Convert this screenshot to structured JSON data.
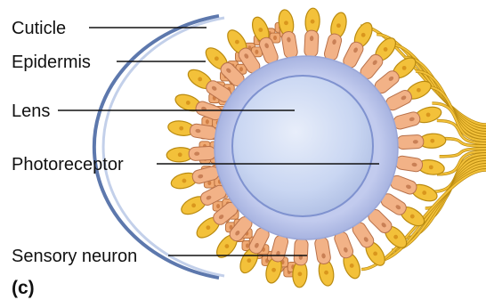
{
  "labels": {
    "cuticle": "Cuticle",
    "epidermis": "Epidermis",
    "lens": "Lens",
    "photoreceptor": "Photoreceptor",
    "sensory_neuron": "Sensory neuron"
  },
  "panel_label": "(c)",
  "colors": {
    "cuticle": "#6a84b4",
    "epidermis": "#f0aa74",
    "photoreceptor": "#f2b287",
    "lens_outer": "#b7c3e6",
    "lens_inner": "#d9e3f6",
    "neuron": "#f3c13a",
    "neuron_edge": "#b98a10"
  }
}
